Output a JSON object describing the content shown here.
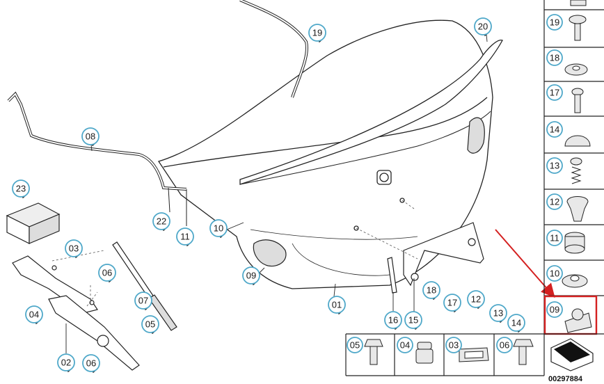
{
  "diagram": {
    "main_callouts": [
      {
        "label": "19"
      },
      {
        "label": "20"
      },
      {
        "label": "08"
      },
      {
        "label": "23"
      },
      {
        "label": "22"
      },
      {
        "label": "11"
      },
      {
        "label": "10"
      },
      {
        "label": "09"
      },
      {
        "label": "03"
      },
      {
        "label": "06"
      },
      {
        "label": "07"
      },
      {
        "label": "04"
      },
      {
        "label": "05"
      },
      {
        "label": "02"
      },
      {
        "label": "06"
      },
      {
        "label": "01"
      },
      {
        "label": "16"
      },
      {
        "label": "15"
      },
      {
        "label": "18"
      },
      {
        "label": "17"
      },
      {
        "label": "12"
      },
      {
        "label": "13"
      },
      {
        "label": "14"
      }
    ],
    "side_parts": [
      {
        "label": "19",
        "part": "screw-with-washer"
      },
      {
        "label": "18",
        "part": "grommet-disc"
      },
      {
        "label": "17",
        "part": "screw"
      },
      {
        "label": "14",
        "part": "rubber-buffer"
      },
      {
        "label": "13",
        "part": "spring-screw"
      },
      {
        "label": "12",
        "part": "expanding-rivet"
      },
      {
        "label": "11",
        "part": "grommet"
      },
      {
        "label": "10",
        "part": "cap"
      },
      {
        "label": "09",
        "part": "clip-nut",
        "highlighted": true
      }
    ],
    "bottom_parts": [
      {
        "label": "05",
        "part": "hex-bolt"
      },
      {
        "label": "04",
        "part": "cap-plug"
      },
      {
        "label": "03",
        "part": "bracket-pad"
      },
      {
        "label": "06",
        "part": "flange-bolt"
      }
    ],
    "document_number": "00297884",
    "colors": {
      "callout_ring": "#4fa8c9",
      "highlight": "#d42020",
      "line": "#222222"
    }
  }
}
